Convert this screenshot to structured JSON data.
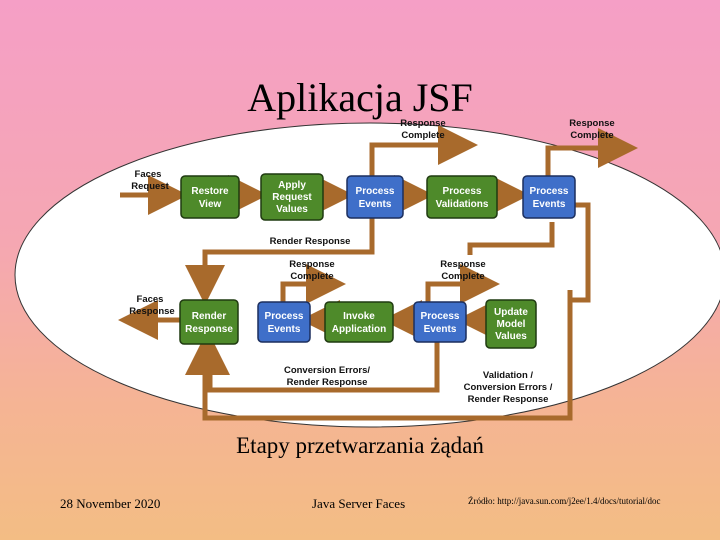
{
  "slide": {
    "title": "Aplikacja JSF",
    "caption": "Etapy przetwarzania żądań",
    "date": "28 November 2020",
    "footer_title": "Java Server Faces",
    "source": "Źródło: http://java.sun.com/j2ee/1.4/docs/tutorial/doc"
  },
  "diagram": {
    "boxes": {
      "restore_view": [
        "Restore",
        "View"
      ],
      "apply_request": [
        "Apply",
        "Request",
        "Values"
      ],
      "process_events_1": [
        "Process",
        "Events"
      ],
      "process_validations": [
        "Process",
        "Validations"
      ],
      "process_events_2": [
        "Process",
        "Events"
      ],
      "render_response": [
        "Render",
        "Response"
      ],
      "process_events_3": [
        "Process",
        "Events"
      ],
      "invoke_application": [
        "Invoke",
        "Application"
      ],
      "process_events_4": [
        "Process",
        "Events"
      ],
      "update_model": [
        "Update",
        "Model",
        "Values"
      ]
    },
    "labels": {
      "faces_request": [
        "Faces",
        "Request"
      ],
      "faces_response": [
        "Faces",
        "Response"
      ],
      "response_complete_top1": [
        "Response",
        "Complete"
      ],
      "response_complete_top2": [
        "Response",
        "Complete"
      ],
      "render_response_mid": [
        "Render Response"
      ],
      "response_complete_mid1": [
        "Response",
        "Complete"
      ],
      "response_complete_mid2": [
        "Response",
        "Complete"
      ],
      "conversion_errors": [
        "Conversion Errors/",
        "Render Response"
      ],
      "validation_errors": [
        "Validation /",
        "Conversion Errors /",
        "Render Response"
      ]
    },
    "colors": {
      "box_fill": "#4e8a2a",
      "box_fill_blue": "#3f6fc9",
      "arrow": "#a86a2c",
      "ellipse": "#ffffff"
    }
  }
}
